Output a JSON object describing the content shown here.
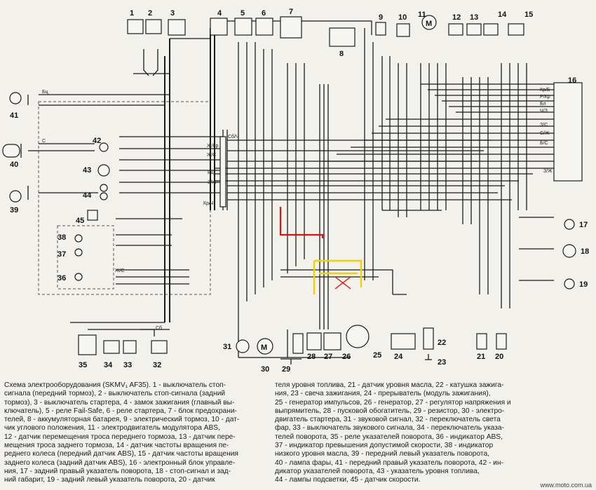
{
  "diagram": {
    "component_numbers": [
      "1",
      "2",
      "3",
      "4",
      "5",
      "6",
      "7",
      "8",
      "9",
      "10",
      "11",
      "12",
      "13",
      "14",
      "15",
      "16",
      "17",
      "18",
      "19",
      "20",
      "21",
      "22",
      "23",
      "24",
      "25",
      "26",
      "27",
      "28",
      "29",
      "30",
      "31",
      "32",
      "33",
      "34",
      "35",
      "36",
      "37",
      "38",
      "39",
      "40",
      "41",
      "42",
      "43",
      "44",
      "45"
    ],
    "motor_symbol": "M",
    "wire_labels": [
      "Кр/Б",
      "Р/Кр",
      "Бл",
      "Ч/З",
      "З/С",
      "С/Ж",
      "Кр/Ж",
      "С/Б",
      "Бц",
      "Ж/Кр",
      "Ж/С",
      "Сб/Ч",
      "Б/С",
      "З/Ж",
      "Кр/Ч",
      "Ч",
      "Ж",
      "С",
      "Б",
      "Кр",
      "Р",
      "Бц",
      "Сб"
    ]
  },
  "caption": {
    "left": [
      "Схема электрооборудования (SKMV₁ AF35). 1 - выключатель стоп-",
      "сигнала (передний тормоз), 2 - выключатель стоп-сигнала (задний",
      "тормоз), 3 - выключатель стартера, 4 - замок зажигания (главный вы-",
      "ключатель), 5 - реле Fail-Safe, 6 - реле стартера, 7 - блок предохрани-",
      "телей, 8 - аккумуляторная батарея, 9 - электрический тормоз, 10 - дат-",
      "чик углового положения, 11 - электродвигатель модулятора ABS,",
      "12 - датчик перемещения троса переднего тормоза, 13 - датчик пере-",
      "мещения троса заднего тормоза, 14 - датчик частоты вращения пе-",
      "реднего колеса (передний датчик ABS), 15 - датчик частоты вращения",
      "заднего колеса (задний датчик ABS), 16 - электронный блок управле-",
      "ния, 17 - задний правый указатель поворота, 18 - стоп-сигнал и зад-",
      "ний габарит, 19 - задний левый указатель поворота, 20 - датчик"
    ],
    "right": [
      "теля уровня топлива, 21 - датчик уровня масла, 22 - катушка зажига-",
      "ния, 23 - свеча зажигания, 24 - прерыватель (модуль зажигания),",
      "25 - генератор импульсов, 26 - генератор, 27 - регулятор напряжения и",
      "выпрямитель, 28 - пусковой обогатитель, 29 - резистор, 30 - электро-",
      "двигатель стартера, 31 - звуковой сигнал, 32 - переключатель света",
      "фар, 33 - выключатель звукового сигнала, 34 - переключатель указа-",
      "телей поворота, 35 - реле указателей поворота, 36 - индикатор ABS,",
      "37 - индикатор превышения допустимой скорости, 38 - индикатор",
      "низкого уровня масла, 39 - передний левый указатель поворота,",
      "40 - лампа фары, 41 - передний правый указатель поворота, 42 - ин-",
      "дикатор указателей поворота, 43 - указатель уровня топлива,",
      "44 - лампы подсветки, 45 - датчик скорости."
    ]
  },
  "watermark": "www.moto.com.ua",
  "colors": {
    "background": "#f2f1ec",
    "wire": "#1b1b1b",
    "highlight_red": "#e01010",
    "highlight_yellow": "#f0d000"
  }
}
